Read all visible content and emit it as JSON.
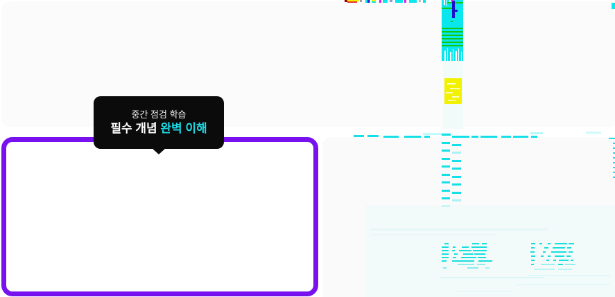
{
  "tooltip": {
    "line1": "중간 점검 학습",
    "line2_prefix": "필수 개념 ",
    "line2_highlight": "완벽 이해"
  },
  "colors": {
    "accent_purple": "#7712ee",
    "tooltip_bg": "#0b0b0b",
    "tooltip_highlight_cyan": "#1fd9e5",
    "panel_bg": "#fbfbfb",
    "glitch_cyan": "#0ae6ee",
    "glitch_green": "#12c912",
    "glitch_yellow": "#f2f200",
    "glitch_blue": "#1a10c8",
    "glitch_magenta": "#e619e6"
  },
  "glitch": {
    "rects": [
      [
        497,
        0,
        4,
        3,
        "#990000",
        1
      ],
      [
        501,
        0,
        17,
        2,
        "#f2f200",
        1
      ],
      [
        501,
        2,
        14,
        2,
        "#e53030",
        1
      ],
      [
        519,
        0,
        3,
        3,
        "#9e9e9e",
        1
      ],
      [
        527,
        0,
        7,
        4,
        "#0ae6ee",
        1
      ],
      [
        530,
        0,
        3,
        4,
        "#2727cc",
        1
      ],
      [
        536,
        0,
        6,
        2,
        "#f2f200",
        1
      ],
      [
        536,
        2,
        6,
        2,
        "#0ae6ee",
        1
      ],
      [
        547,
        0,
        3,
        4,
        "#e619e6",
        1
      ],
      [
        552,
        0,
        7,
        4,
        "#0ae6ee",
        1
      ],
      [
        562,
        0,
        4,
        3,
        "#8899dd",
        1
      ],
      [
        570,
        0,
        11,
        4,
        "#0ae6ee",
        1
      ],
      [
        583,
        0,
        3,
        4,
        "#e619e6",
        1
      ],
      [
        590,
        0,
        11,
        4,
        "#0ae6ee",
        1
      ],
      [
        604,
        0,
        3,
        3,
        "#bdbdbd",
        1
      ],
      [
        610,
        0,
        4,
        4,
        "#0ae6ee",
        1
      ],
      [
        882,
        4,
        5,
        9,
        "#0ae6ee",
        1
      ],
      [
        637,
        0,
        31,
        88,
        "#0ae6ee",
        1
      ],
      [
        640,
        0,
        2,
        7,
        "#ffffff",
        1
      ],
      [
        644,
        0,
        1,
        9,
        "#ffffff",
        1
      ],
      [
        648,
        0,
        2,
        5,
        "#ffffff",
        1
      ],
      [
        645,
        3,
        23,
        2,
        "#12c912",
        1
      ],
      [
        637,
        11,
        16,
        2,
        "#12c912",
        1
      ],
      [
        650,
        30,
        3,
        2,
        "#12c912",
        1
      ],
      [
        637,
        40,
        31,
        2,
        "#12c912",
        1
      ],
      [
        637,
        45,
        31,
        2,
        "#12c912",
        1
      ],
      [
        637,
        50,
        31,
        2,
        "#12c912",
        1
      ],
      [
        637,
        55,
        31,
        2,
        "#12c912",
        1
      ],
      [
        637,
        60,
        31,
        2,
        "#12c912",
        1
      ],
      [
        637,
        65,
        31,
        2,
        "#12c912",
        1
      ],
      [
        652,
        1,
        4,
        25,
        "#1a10c8",
        1
      ],
      [
        652,
        14,
        8,
        3,
        "#1a10c8",
        1
      ],
      [
        651,
        0,
        4,
        2,
        "#e619e6",
        1
      ],
      [
        641,
        73,
        2,
        15,
        "#ffffff",
        1
      ],
      [
        645,
        69,
        1,
        19,
        "#ffffff",
        1
      ],
      [
        649,
        75,
        2,
        13,
        "#ffffff",
        1
      ],
      [
        653,
        71,
        1,
        17,
        "#ffffff",
        1
      ],
      [
        657,
        74,
        2,
        14,
        "#ffffff",
        1
      ],
      [
        661,
        70,
        1,
        18,
        "#ffffff",
        1
      ],
      [
        665,
        75,
        1,
        13,
        "#ffffff",
        1
      ],
      [
        639,
        88,
        29,
        98,
        "#f1fbfa",
        1
      ],
      [
        641,
        113,
        25,
        37,
        "#f2f200",
        1
      ],
      [
        645,
        120,
        12,
        2,
        "#ffffff",
        0.85
      ],
      [
        649,
        127,
        14,
        2,
        "#ffffff",
        0.7
      ],
      [
        643,
        133,
        10,
        2,
        "#ffffff",
        0.7
      ],
      [
        652,
        139,
        10,
        2,
        "#ffffff",
        0.8
      ],
      [
        646,
        144,
        12,
        2,
        "#ffffff",
        0.6
      ],
      [
        610,
        192,
        40,
        3,
        "#0ae6ee",
        0.25
      ],
      [
        765,
        191,
        18,
        3,
        "#0ae6ee",
        0.3
      ],
      [
        845,
        190,
        22,
        3,
        "#0ae6ee",
        0.2
      ],
      [
        510,
        195,
        15,
        3,
        "#14e0e8",
        1
      ],
      [
        530,
        195,
        16,
        3,
        "#14e0e8",
        1
      ],
      [
        553,
        196,
        22,
        3,
        "#14e0e8",
        1
      ],
      [
        583,
        196,
        24,
        3,
        "#14e0e8",
        1
      ],
      [
        612,
        196,
        8,
        3,
        "#14e0e8",
        1
      ],
      [
        637,
        193,
        13,
        3,
        "#14e0e8",
        1
      ],
      [
        652,
        196,
        25,
        3,
        "#14e0e8",
        1
      ],
      [
        680,
        196,
        10,
        3,
        "#14e0e8",
        1
      ],
      [
        693,
        196,
        24,
        3,
        "#14e0e8",
        1
      ],
      [
        723,
        196,
        14,
        3,
        "#14e0e8",
        1
      ],
      [
        740,
        196,
        22,
        3,
        "#14e0e8",
        1
      ],
      [
        766,
        196,
        9,
        3,
        "#14e0e8",
        1
      ],
      [
        878,
        199,
        9,
        2,
        "#14e0e8",
        1
      ],
      [
        637,
        205,
        12,
        3,
        "#14e0e8",
        1
      ],
      [
        637,
        216,
        12,
        3,
        "#14e0e8",
        1
      ],
      [
        637,
        228,
        12,
        3,
        "#14e0e8",
        1
      ],
      [
        637,
        239,
        12,
        3,
        "#14e0e8",
        1
      ],
      [
        637,
        251,
        12,
        3,
        "#14e0e8",
        1
      ],
      [
        637,
        262,
        12,
        3,
        "#14e0e8",
        1
      ],
      [
        637,
        274,
        12,
        3,
        "#14e0e8",
        1
      ],
      [
        637,
        285,
        12,
        3,
        "#14e0e8",
        1
      ],
      [
        637,
        296,
        12,
        3,
        "#14e0e8",
        0.4
      ],
      [
        652,
        208,
        13,
        3,
        "#14e0e8",
        1
      ],
      [
        652,
        219,
        13,
        3,
        "#14e0e8",
        0.35
      ],
      [
        652,
        231,
        13,
        3,
        "#14e0e8",
        1
      ],
      [
        652,
        242,
        13,
        3,
        "#14e0e8",
        1
      ],
      [
        652,
        254,
        13,
        3,
        "#14e0e8",
        1
      ],
      [
        652,
        265,
        13,
        3,
        "#14e0e8",
        1
      ],
      [
        652,
        277,
        13,
        3,
        "#14e0e8",
        1
      ],
      [
        652,
        288,
        13,
        3,
        "#14e0e8",
        0.35
      ],
      [
        884,
        206,
        3,
        2,
        "#14e0e8",
        1
      ],
      [
        884,
        213,
        3,
        2,
        "#14e0e8",
        1
      ],
      [
        884,
        220,
        3,
        2,
        "#14e0e8",
        1
      ],
      [
        884,
        227,
        3,
        2,
        "#14e0e8",
        1
      ],
      [
        884,
        234,
        3,
        2,
        "#14e0e8",
        1
      ],
      [
        884,
        241,
        3,
        2,
        "#14e0e8",
        1
      ],
      [
        884,
        248,
        3,
        2,
        "#14e0e8",
        1
      ],
      [
        884,
        255,
        3,
        2,
        "#14e0e8",
        1
      ],
      [
        528,
        296,
        359,
        133,
        "#edfafa",
        0.55
      ],
      [
        535,
        330,
        255,
        3,
        "#bfeeee",
        0.25
      ],
      [
        535,
        338,
        180,
        2,
        "#bfeeee",
        0.15
      ],
      [
        635,
        400,
        150,
        2,
        "#7fe8e8",
        0.2
      ],
      [
        760,
        397,
        120,
        2,
        "#7fe8e8",
        0.18
      ],
      [
        745,
        410,
        135,
        2,
        "#7fe8e8",
        0.12
      ],
      [
        660,
        420,
        80,
        2,
        "#7fe8e8",
        0.1
      ],
      [
        641,
        351,
        6,
        2,
        "#19dede",
        1
      ],
      [
        681,
        351,
        10,
        2,
        "#19dede",
        1
      ],
      [
        695,
        351,
        7,
        2,
        "#19dede",
        1
      ],
      [
        637,
        356,
        10,
        2,
        "#19dede",
        1
      ],
      [
        653,
        356,
        4,
        2,
        "#19dede",
        1
      ],
      [
        666,
        356,
        10,
        2,
        "#19dede",
        1
      ],
      [
        680,
        356,
        22,
        2,
        "#19dede",
        1
      ],
      [
        637,
        361,
        10,
        2,
        "#19dede",
        1
      ],
      [
        652,
        361,
        4,
        2,
        "#19dede",
        1
      ],
      [
        662,
        361,
        18,
        2,
        "#19dede",
        1
      ],
      [
        682,
        361,
        20,
        2,
        "#19dede",
        1
      ],
      [
        637,
        366,
        10,
        2,
        "#19dede",
        1
      ],
      [
        655,
        366,
        5,
        2,
        "#19dede",
        1
      ],
      [
        668,
        366,
        14,
        2,
        "#19dede",
        1
      ],
      [
        684,
        366,
        16,
        2,
        "#19dede",
        1
      ],
      [
        637,
        371,
        10,
        2,
        "#19dede",
        1
      ],
      [
        653,
        371,
        5,
        2,
        "#19dede",
        1
      ],
      [
        665,
        371,
        22,
        2,
        "#19dede",
        1
      ],
      [
        689,
        371,
        12,
        2,
        "#19dede",
        1
      ],
      [
        637,
        376,
        7,
        2,
        "#19dede",
        1
      ],
      [
        652,
        376,
        32,
        2,
        "#19dede",
        1
      ],
      [
        690,
        376,
        20,
        2,
        "#19dede",
        1
      ],
      [
        660,
        381,
        24,
        2,
        "#19dede",
        0.45
      ],
      [
        688,
        381,
        12,
        2,
        "#19dede",
        0.45
      ],
      [
        639,
        386,
        5,
        2,
        "#19dede",
        0.5
      ],
      [
        674,
        386,
        16,
        2,
        "#19dede",
        0.5
      ],
      [
        700,
        386,
        6,
        2,
        "#19dede",
        0.35
      ],
      [
        766,
        351,
        6,
        2,
        "#19dede",
        1
      ],
      [
        778,
        351,
        4,
        2,
        "#19dede",
        1
      ],
      [
        790,
        351,
        4,
        2,
        "#19dede",
        1
      ],
      [
        800,
        351,
        18,
        2,
        "#19dede",
        1
      ],
      [
        820,
        351,
        8,
        2,
        "#19dede",
        1
      ],
      [
        766,
        357,
        5,
        2,
        "#19dede",
        1
      ],
      [
        785,
        357,
        6,
        2,
        "#19dede",
        1
      ],
      [
        797,
        357,
        18,
        2,
        "#19dede",
        1
      ],
      [
        818,
        357,
        6,
        2,
        "#19dede",
        1
      ],
      [
        765,
        363,
        6,
        2,
        "#19dede",
        1
      ],
      [
        783,
        363,
        4,
        2,
        "#19dede",
        1
      ],
      [
        795,
        363,
        22,
        2,
        "#19dede",
        1
      ],
      [
        820,
        363,
        6,
        2,
        "#19dede",
        1
      ],
      [
        766,
        369,
        6,
        2,
        "#19dede",
        1
      ],
      [
        780,
        369,
        4,
        2,
        "#19dede",
        1
      ],
      [
        790,
        369,
        4,
        2,
        "#19dede",
        1
      ],
      [
        800,
        369,
        14,
        2,
        "#19dede",
        1
      ],
      [
        817,
        369,
        6,
        2,
        "#19dede",
        1
      ],
      [
        766,
        375,
        5,
        2,
        "#19dede",
        1
      ],
      [
        788,
        375,
        4,
        2,
        "#19dede",
        1
      ],
      [
        798,
        375,
        4,
        2,
        "#19dede",
        1
      ],
      [
        806,
        375,
        14,
        2,
        "#19dede",
        1
      ],
      [
        823,
        375,
        4,
        2,
        "#19dede",
        1
      ],
      [
        766,
        381,
        4,
        2,
        "#19dede",
        1
      ],
      [
        780,
        381,
        20,
        2,
        "#19dede",
        0.4
      ],
      [
        805,
        381,
        7,
        2,
        "#19dede",
        1
      ],
      [
        815,
        381,
        15,
        2,
        "#19dede",
        0.45
      ],
      [
        770,
        388,
        30,
        2,
        "#19dede",
        0.25
      ],
      [
        805,
        388,
        20,
        2,
        "#19dede",
        0.25
      ]
    ]
  }
}
